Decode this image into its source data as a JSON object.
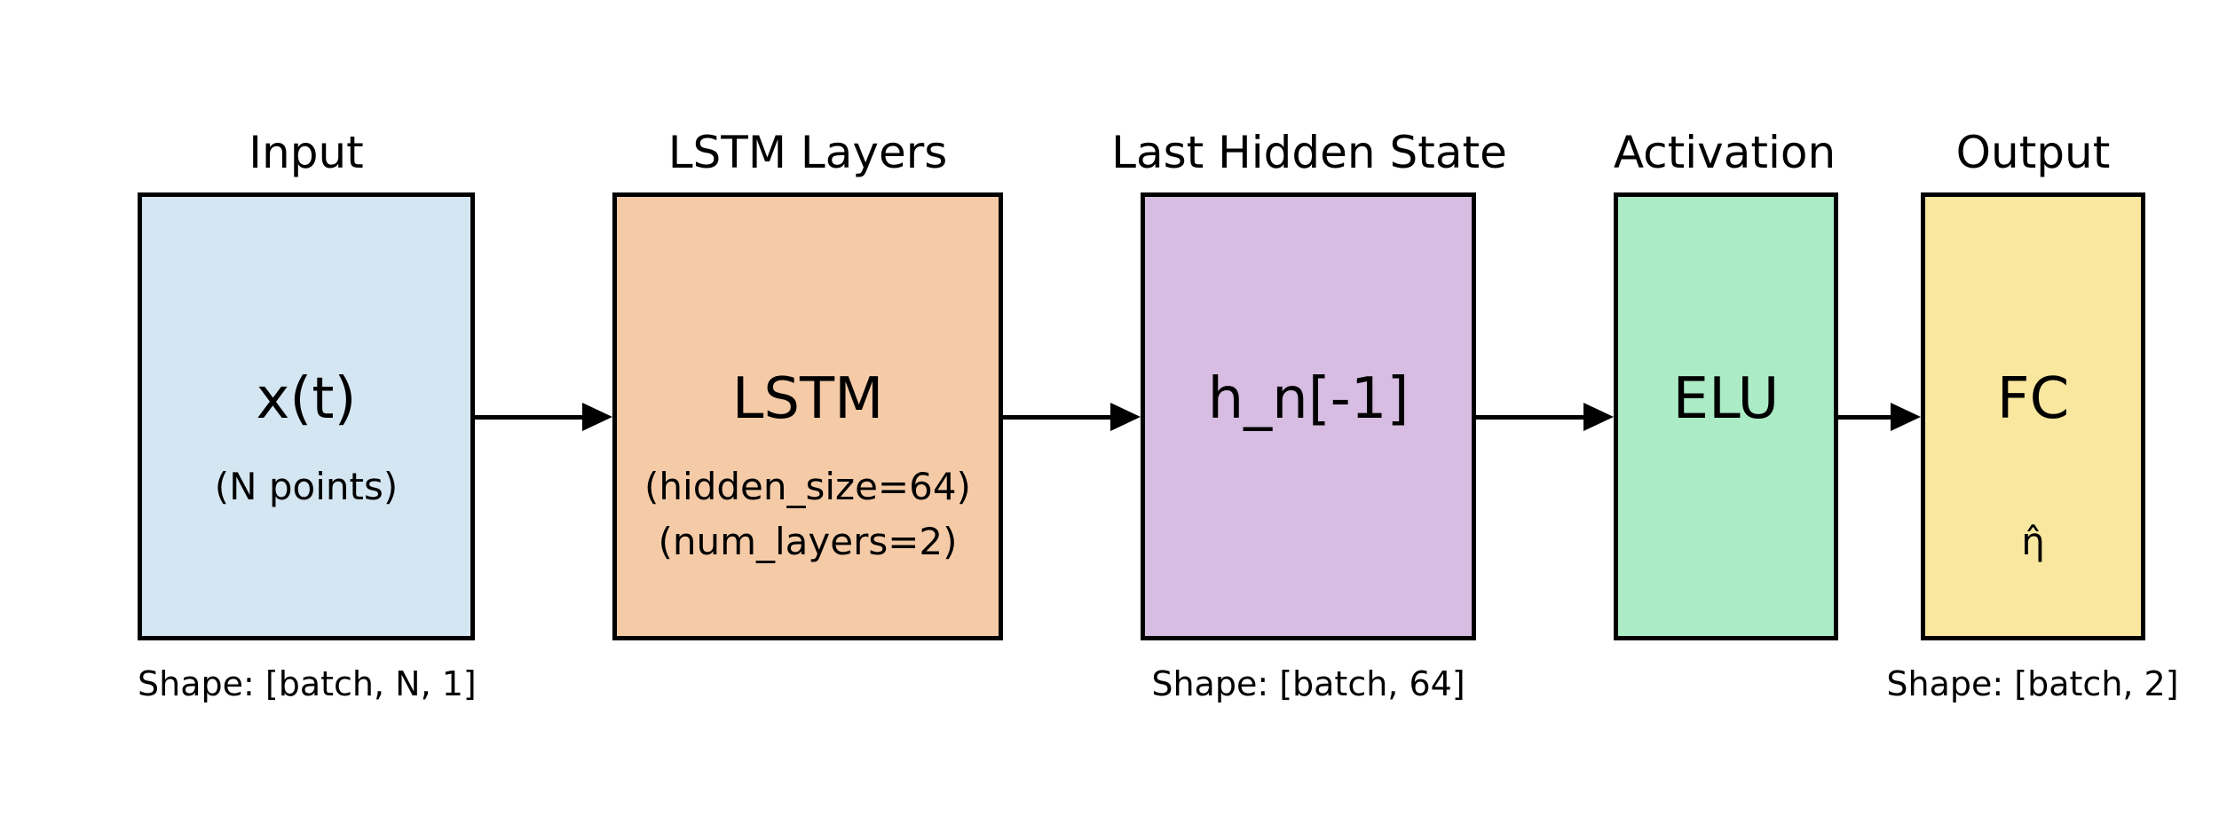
{
  "blocks": [
    {
      "id": "input",
      "title": "Input",
      "label": "x(t)",
      "sub": [
        "(N points)"
      ],
      "shape": "Shape: [batch, N, 1]",
      "color": "#d4e6f1"
    },
    {
      "id": "lstm",
      "title": "LSTM Layers",
      "label": "LSTM",
      "sub": [
        "(hidden_size=64)",
        "(num_layers=2)"
      ],
      "shape": "",
      "color": "#f5cba7"
    },
    {
      "id": "hidden",
      "title": "Last Hidden State",
      "label": "h_n[-1]",
      "sub": [],
      "shape": "Shape: [batch, 64]",
      "color": "#d7bde2"
    },
    {
      "id": "activation",
      "title": "Activation",
      "label": "ELU",
      "sub": [],
      "shape": "",
      "color": "#abebc6"
    },
    {
      "id": "output",
      "title": "Output",
      "label": "FC",
      "sub": [
        "",
        "η̂"
      ],
      "shape": "Shape: [batch, 2]",
      "color": "#f9e79f"
    }
  ]
}
